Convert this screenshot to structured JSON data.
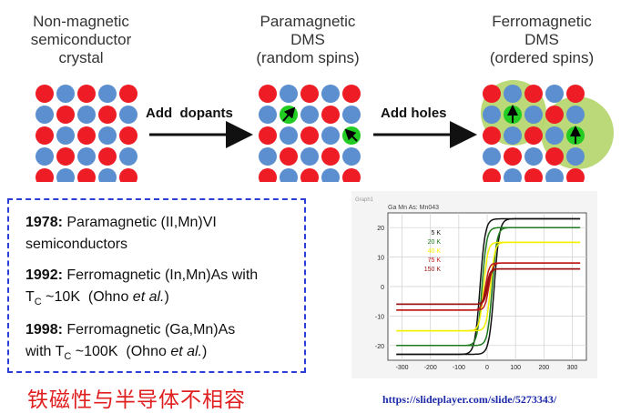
{
  "panels": [
    {
      "title_lines": [
        "Non-magnetic",
        "semiconductor",
        "crystal"
      ]
    },
    {
      "title_lines": [
        "Paramagnetic",
        "DMS",
        "(random spins)"
      ]
    },
    {
      "title_lines": [
        "Ferromagnetic",
        "DMS",
        "(ordered spins)"
      ]
    }
  ],
  "arrows": [
    {
      "label": "Add  dopants"
    },
    {
      "label": "Add holes"
    }
  ],
  "colors": {
    "red_atom": "#ee1c24",
    "blue_atom": "#5b8fcf",
    "green_atom": "#22cc22",
    "halo": "#b5d56a",
    "box_border": "#2b3fd6",
    "chinese_text": "#e02020",
    "url_text": "#1d2aa8"
  },
  "history": [
    {
      "year": "1978:",
      "text": " Paramagnetic (II,Mn)VI",
      "line2": "semiconductors"
    },
    {
      "year": "1992:",
      "text": " Ferromagnetic (In,Mn)As with",
      "line2_pre": "T",
      "line2_sub": "C",
      "line2_post": " ~10K  (Ohno ",
      "line2_ital": "et al.",
      "line2_end": ")"
    },
    {
      "year": "1998:",
      "text": " Ferromagnetic (Ga,Mn)As",
      "line2_pre": "with T",
      "line2_sub": "C",
      "line2_post": " ~100K  (Ohno ",
      "line2_ital": "et al.",
      "line2_end": ")"
    }
  ],
  "chinese_caption": "铁磁性与半导体不相容",
  "source_url": "https://slideplayer.com/slide/5273343/",
  "chart_data": {
    "type": "line",
    "title": "Ga Mn As: Mn043",
    "corner_label": "Graph1",
    "xlim": [
      -350,
      350
    ],
    "ylim": [
      -25,
      25
    ],
    "x_ticks": [
      -300,
      -200,
      -100,
      0,
      100,
      200,
      300
    ],
    "y_ticks": [
      -20,
      -10,
      0,
      10,
      20
    ],
    "grid": true,
    "legend_position": "upper-left inside",
    "series": [
      {
        "name": "5 K",
        "color": "#111111",
        "saturation": 23,
        "coercive": 25
      },
      {
        "name": "20 K",
        "color": "#1e7a1e",
        "saturation": 20,
        "coercive": 18
      },
      {
        "name": "40 K",
        "color": "#f4f000",
        "saturation": 15,
        "coercive": 12
      },
      {
        "name": "75 K",
        "color": "#c01818",
        "saturation": 8,
        "coercive": 6
      },
      {
        "name": "150 K",
        "color": "#9a1010",
        "saturation": 6,
        "coercive": 2
      }
    ]
  }
}
